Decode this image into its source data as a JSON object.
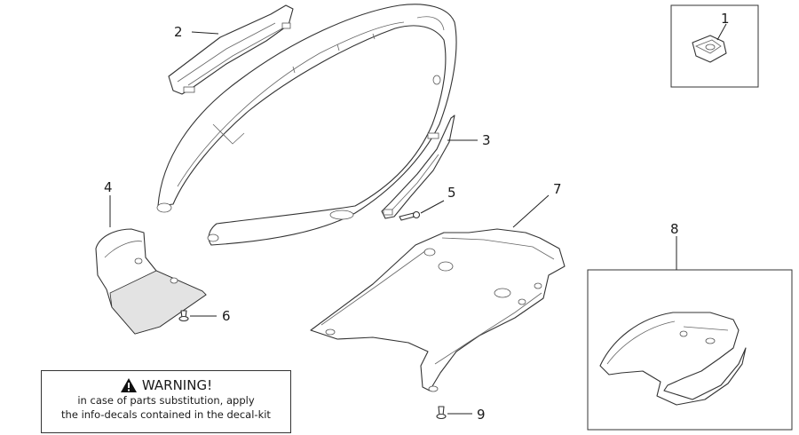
{
  "callouts": [
    "1",
    "2",
    "3",
    "4",
    "5",
    "6",
    "7",
    "8",
    "9"
  ],
  "warning": {
    "title": "WARNING!",
    "line1": "in case of parts substitution, apply",
    "line2": "the info-decals contained in the decal-kit"
  },
  "icons": {
    "warning": "warning-triangle-icon"
  }
}
